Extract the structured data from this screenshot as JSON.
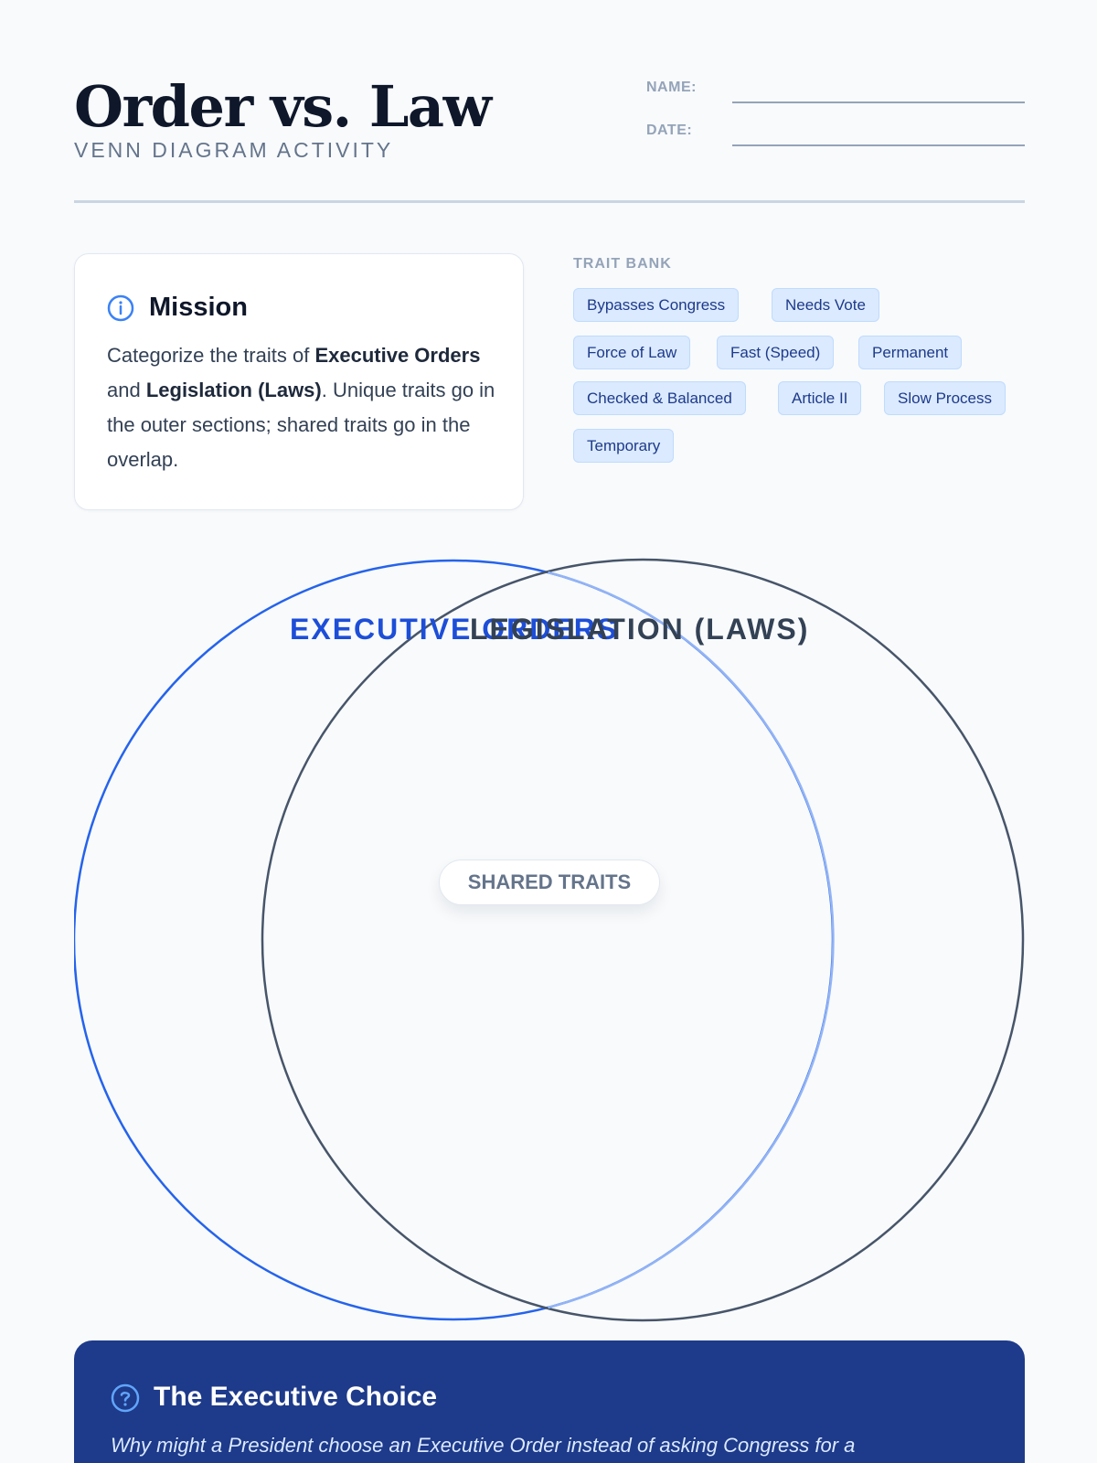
{
  "header": {
    "title": "Order vs. Law",
    "subtitle": "VENN DIAGRAM ACTIVITY",
    "name_label": "NAME:",
    "date_label": "DATE:"
  },
  "mission": {
    "icon": "info-icon",
    "title": "Mission",
    "text_1": "Categorize the traits of ",
    "bold_1": "Executive Orders",
    "text_2": " and ",
    "bold_2": "Legislation (Laws)",
    "text_3": ". Unique traits go in the outer sections; shared traits go in the overlap."
  },
  "trait_bank": {
    "label": "TRAIT BANK",
    "traits": [
      "Bypasses Congress",
      "Needs Vote",
      "Force of Law",
      "Fast (Speed)",
      "Permanent",
      "Checked & Balanced",
      "Article II",
      "Slow Process",
      "Temporary"
    ]
  },
  "venn": {
    "left_label": "EXECUTIVE ORDERS",
    "right_label": "LEGISLATION (LAWS)",
    "shared_label": "SHARED TRAITS",
    "colors": {
      "left": "#2563eb",
      "right": "#475569"
    }
  },
  "question": {
    "icon": "question-circle-icon",
    "title": "The Executive Choice",
    "text": "Why might a President choose an Executive Order instead of asking Congress for a"
  }
}
